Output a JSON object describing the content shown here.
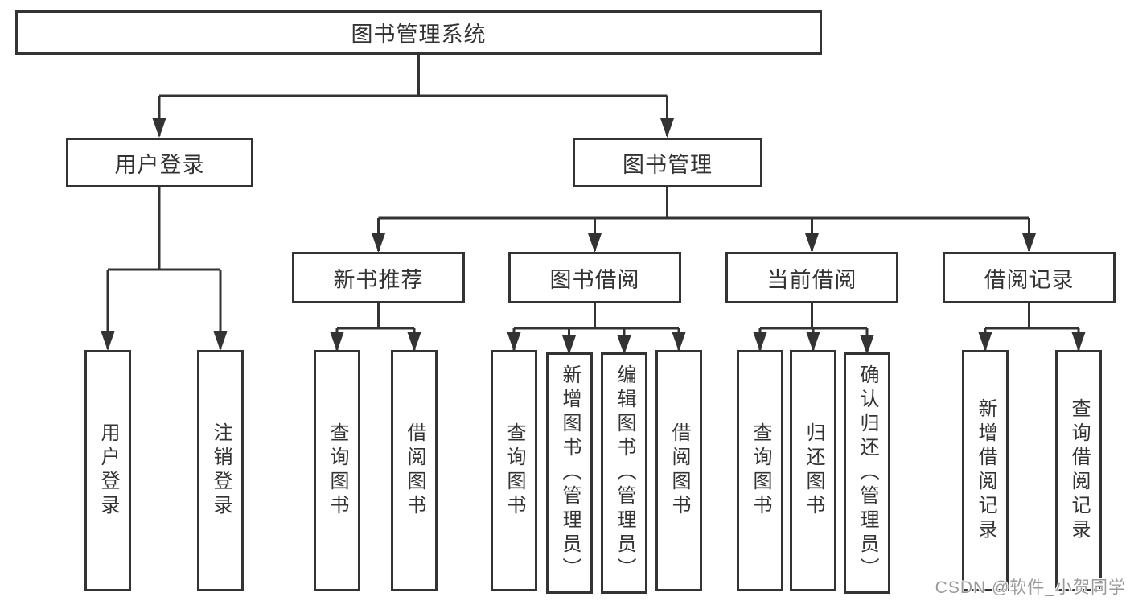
{
  "nodes": {
    "root": {
      "label": "图书管理系统"
    },
    "user_login": {
      "label": "用户登录"
    },
    "book_management": {
      "label": "图书管理"
    },
    "new_book_recommend": {
      "label": "新书推荐"
    },
    "book_borrowing": {
      "label": "图书借阅"
    },
    "current_borrowing": {
      "label": "当前借阅"
    },
    "borrowing_records": {
      "label": "借阅记录"
    },
    "leaf_user_login": {
      "label": "用户登录"
    },
    "leaf_logout": {
      "label": "注销登录"
    },
    "leaf_query_books_recommend": {
      "label": "查询图书"
    },
    "leaf_borrow_books_recommend": {
      "label": "借阅图书"
    },
    "leaf_query_books_borrowing": {
      "label": "查询图书"
    },
    "leaf_add_books_admin": {
      "label": "新增图书（管理员）"
    },
    "leaf_edit_books_admin": {
      "label": "编辑图书（管理员）"
    },
    "leaf_borrow_books_borrowing": {
      "label": "借阅图书"
    },
    "leaf_query_books_current": {
      "label": "查询图书"
    },
    "leaf_return_books": {
      "label": "归还图书"
    },
    "leaf_confirm_return_admin": {
      "label": "确认归还（管理员）"
    },
    "leaf_add_borrow_record": {
      "label": "新增借阅记录"
    },
    "leaf_query_borrow_record": {
      "label": "查询借阅记录"
    }
  },
  "watermark": {
    "text": "CSDN @软件_小贺同学"
  },
  "colors": {
    "line": "#333333",
    "box_border": "#333333",
    "text": "#333333",
    "background": "#ffffff",
    "watermark_text": "#9a9a9a"
  }
}
